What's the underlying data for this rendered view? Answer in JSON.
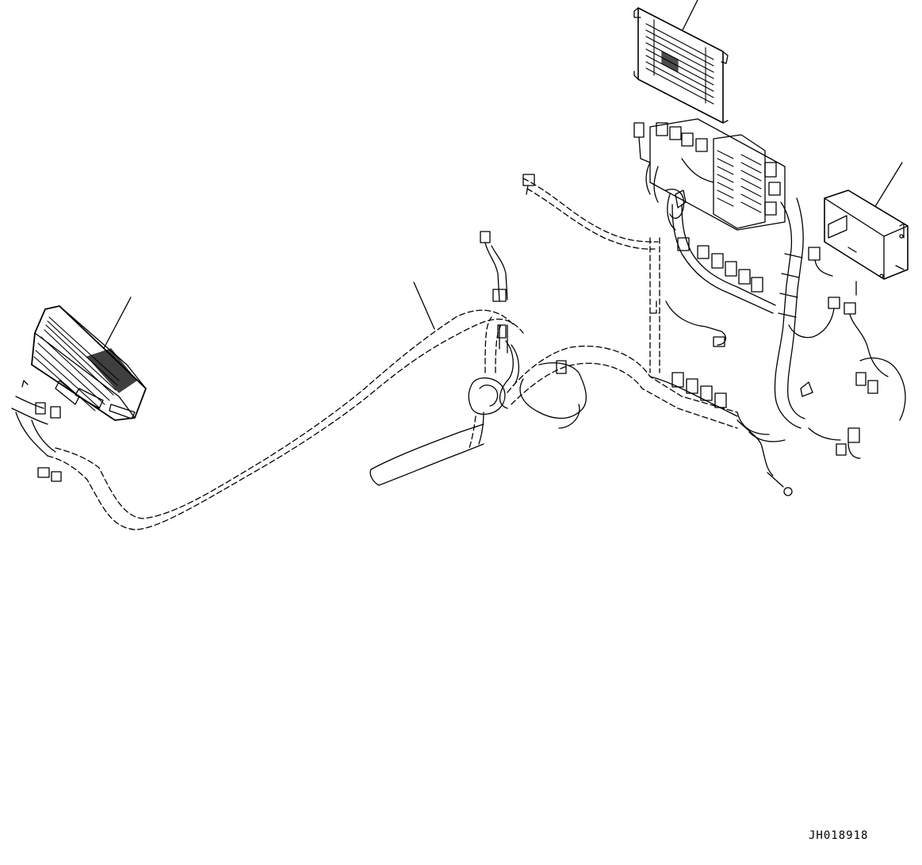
{
  "drawing": {
    "code": "JH018918",
    "line_color": "#000000",
    "background": "#ffffff"
  },
  "components": [
    {
      "name": "display-monitor",
      "icon": "monitor-panel-icon"
    },
    {
      "name": "fuse-panel-cover-plate",
      "icon": "plate-icon"
    },
    {
      "name": "controller-box",
      "icon": "controller-icon"
    },
    {
      "name": "floor-wiring-harness",
      "icon": "harness-icon"
    },
    {
      "name": "ground-terminal",
      "icon": "ring-terminal-icon"
    }
  ]
}
